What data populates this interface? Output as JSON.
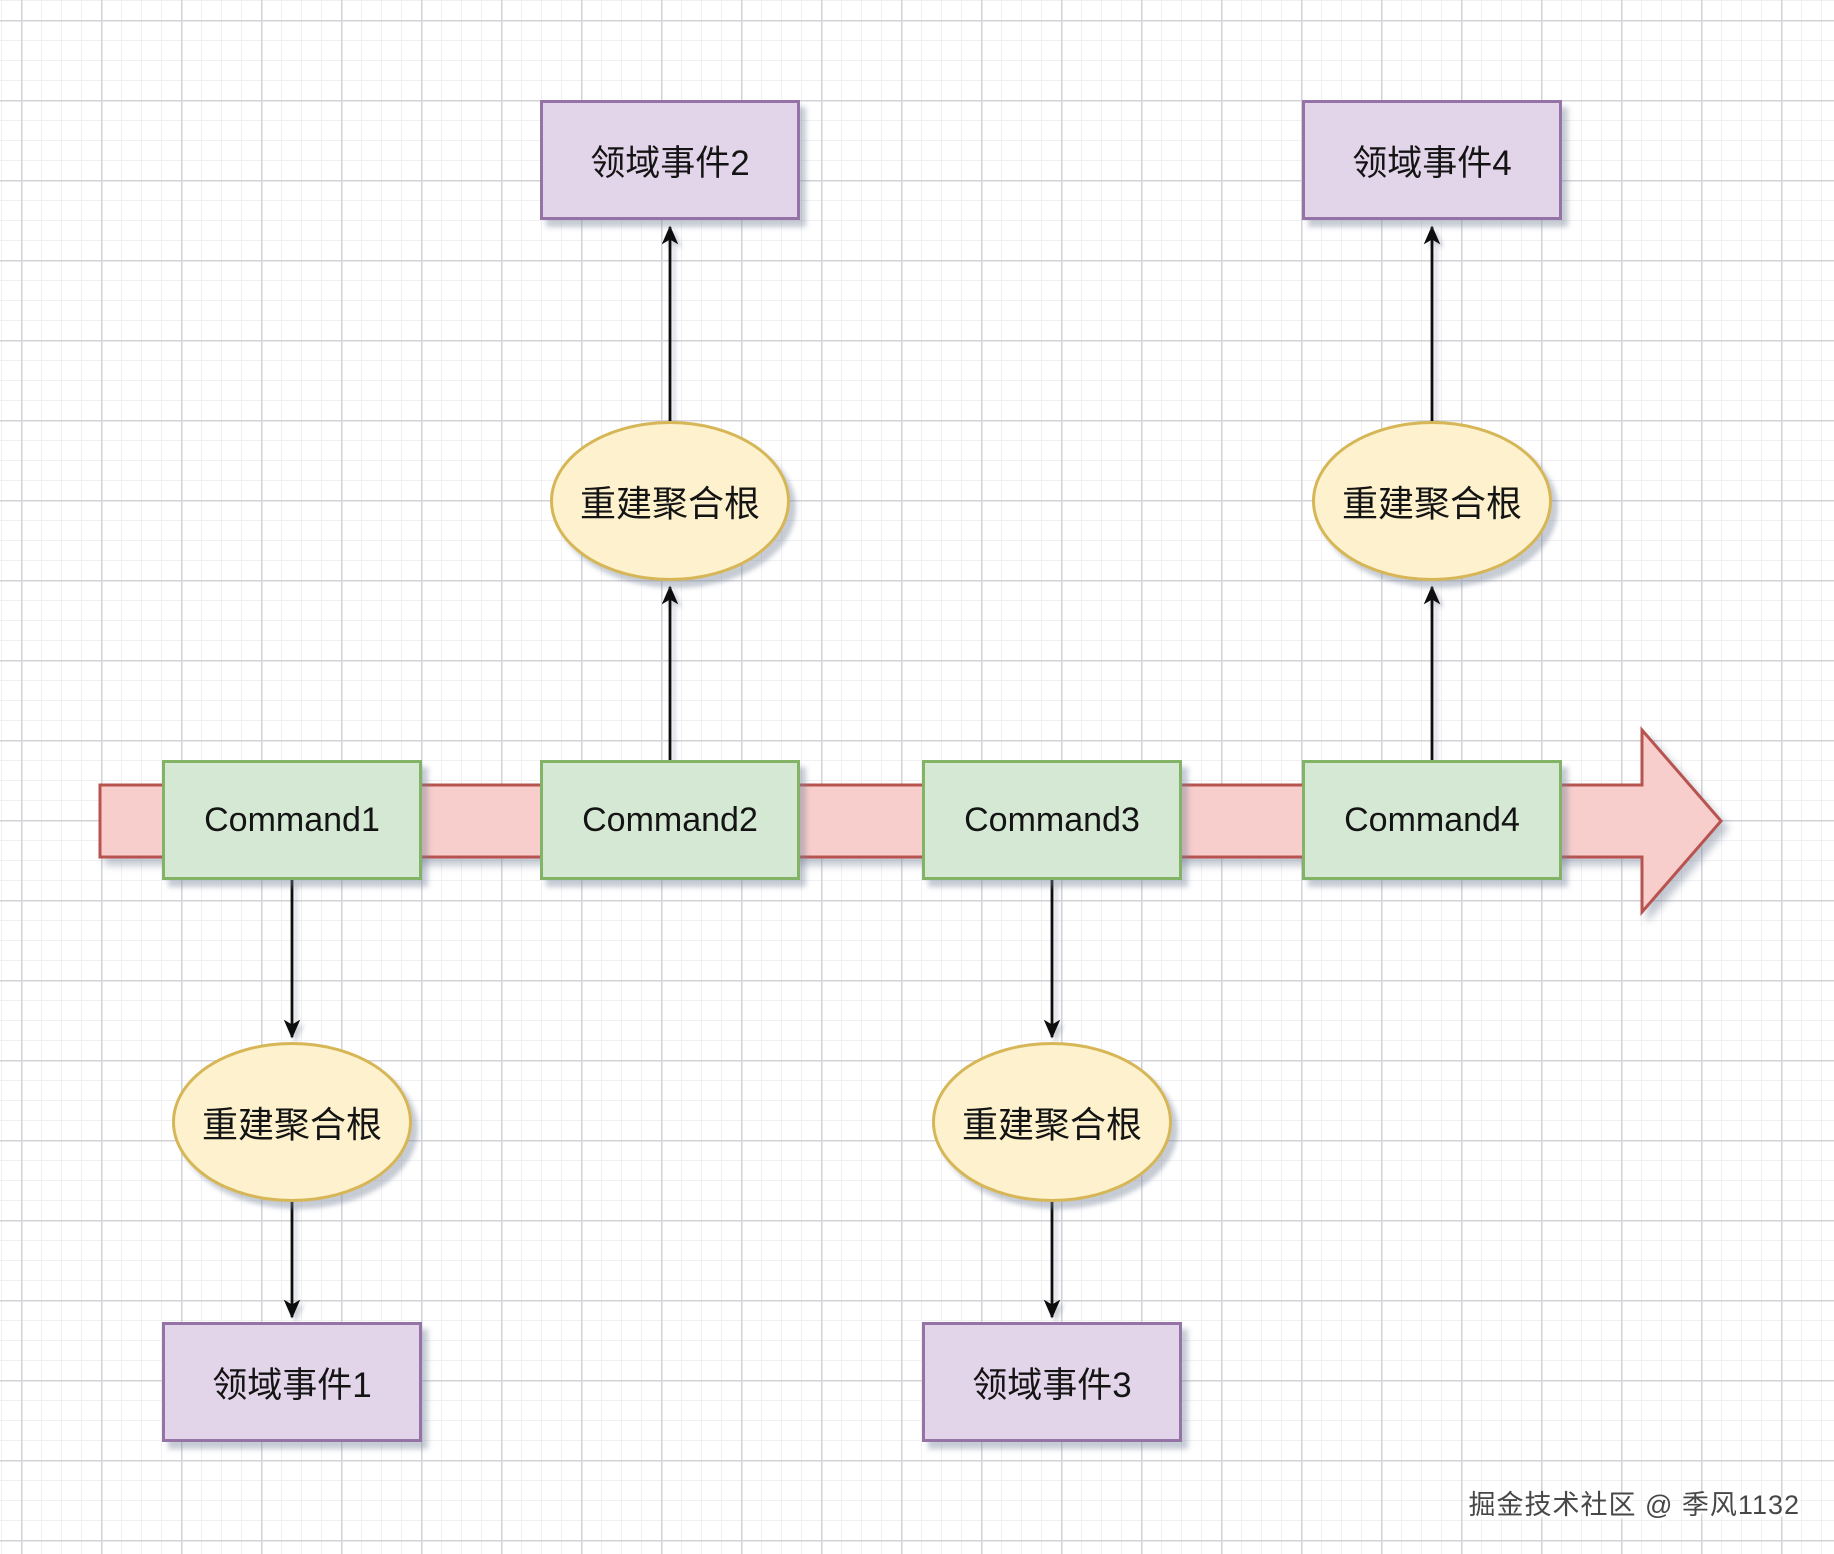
{
  "diagram": {
    "timeline": {
      "shape": "right-arrow",
      "direction": "left-to-right",
      "fill": "#f8cecc",
      "border": "#b85450"
    },
    "commands": [
      {
        "label": "Command1"
      },
      {
        "label": "Command2"
      },
      {
        "label": "Command3"
      },
      {
        "label": "Command4"
      }
    ],
    "rebuild_label": "重建聚合根",
    "events": [
      {
        "label": "领域事件1"
      },
      {
        "label": "领域事件2"
      },
      {
        "label": "领域事件3"
      },
      {
        "label": "领域事件4"
      }
    ],
    "colors": {
      "command_fill": "#d5e8d4",
      "command_border": "#82b366",
      "event_fill": "#e3d5e9",
      "event_border": "#9673a6",
      "rebuild_fill": "#fdf2cd",
      "rebuild_border": "#d6b656",
      "timeline_fill": "#f8cecc",
      "timeline_border": "#b85450",
      "connector": "#0d0d0d"
    }
  },
  "watermark": {
    "text": "掘金技术社区 @ 季风1132"
  }
}
